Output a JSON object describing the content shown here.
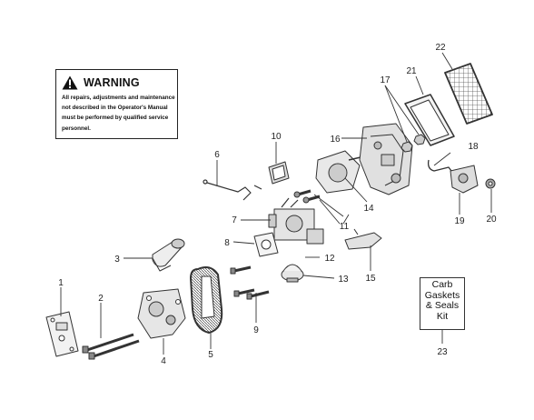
{
  "warning": {
    "title": "WARNING",
    "lines": [
      "All repairs, adjustments and maintenance",
      "not described in the Operator's Manual",
      "must be performed by qualified   service",
      "personnel."
    ]
  },
  "kit": {
    "lines": [
      "Carb",
      "Gaskets",
      "& Seals",
      "Kit"
    ]
  },
  "callouts": [
    "1",
    "2",
    "3",
    "4",
    "5",
    "6",
    "7",
    "8",
    "9",
    "10",
    "11",
    "12",
    "13",
    "14",
    "15",
    "16",
    "17",
    "18",
    "19",
    "20",
    "21",
    "22",
    "23"
  ],
  "colors": {
    "line": "#333333",
    "text": "#222222"
  }
}
